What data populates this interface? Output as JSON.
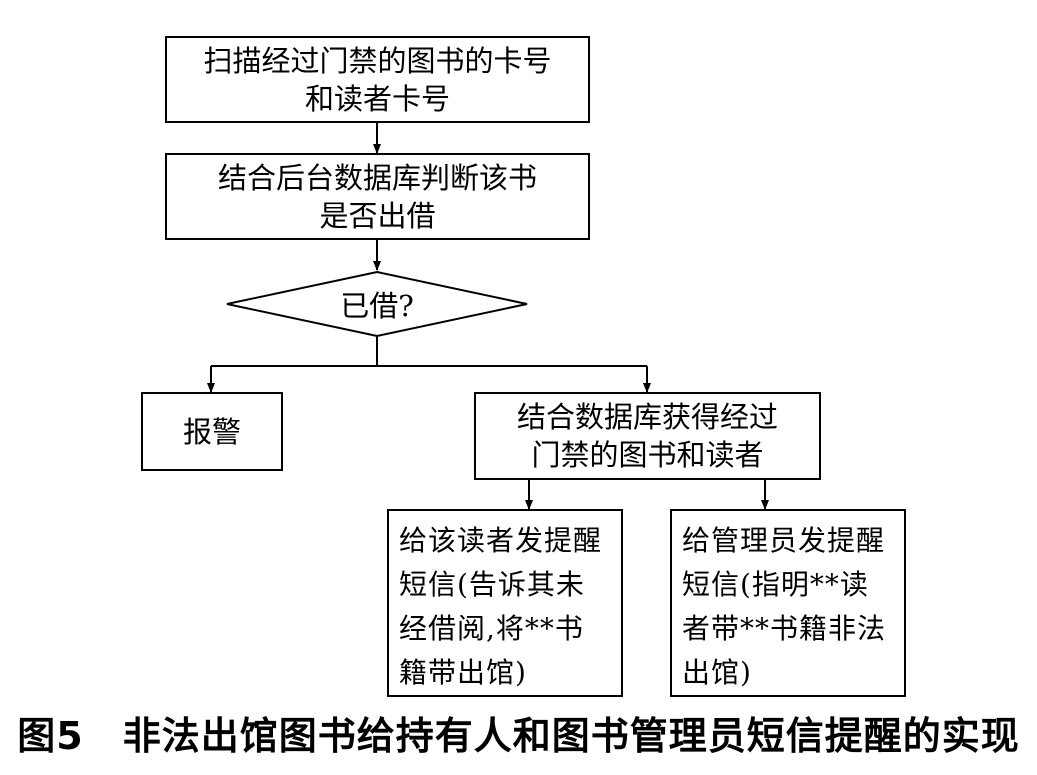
{
  "nodes": {
    "scan": [
      "扫描经过门禁的图书的卡号",
      "和读者卡号"
    ],
    "judge": [
      "结合后台数据库判断该书",
      "是否出借"
    ],
    "decision": "已借?",
    "alarm": [
      "报警"
    ],
    "lookup": [
      "结合数据库获得经过",
      "门禁的图书和读者"
    ],
    "sms_reader": [
      "给该读者发提醒",
      "短信(告诉其未",
      "经借阅,将**书",
      "籍带出馆)"
    ],
    "sms_admin": [
      "给管理员发提醒",
      "短信(指明**读",
      "者带**书籍非法",
      "出馆)"
    ]
  },
  "caption": "图5　非法出馆图书给持有人和图书管理员短信提醒的实现"
}
